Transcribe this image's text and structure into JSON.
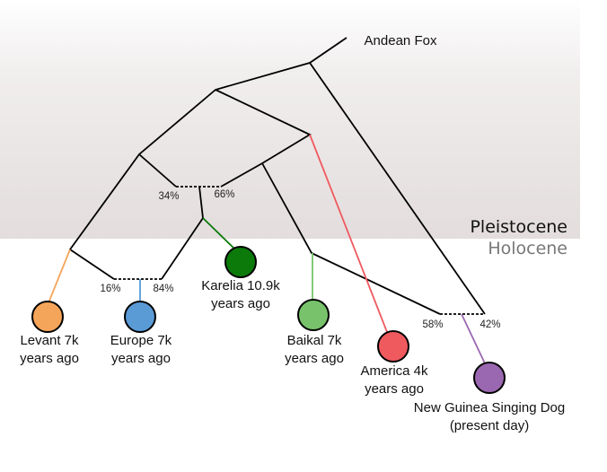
{
  "outgroup": "Andean Fox",
  "eras": {
    "upper": "Pleistocene",
    "lower": "Holocene"
  },
  "admixture": {
    "karelia_left": "34%",
    "karelia_right": "66%",
    "europe_left": "16%",
    "europe_right": "84%",
    "ngsd_left": "58%",
    "ngsd_right": "42%"
  },
  "samples": [
    {
      "name": "Levant 7k",
      "time": "years ago",
      "color": "#f5a55a"
    },
    {
      "name": "Europe 7k",
      "time": "years ago",
      "color": "#5a9bd5"
    },
    {
      "name": "Karelia 10.9k",
      "time": "years ago",
      "color": "#0b7a0b"
    },
    {
      "name": "Baikal 7k",
      "time": "years ago",
      "color": "#77c26a"
    },
    {
      "name": "America 4k",
      "time": "years ago",
      "color": "#ef5a5f"
    },
    {
      "name": "New Guinea Singing Dog",
      "time": "(present day)",
      "color": "#9a68b0"
    }
  ]
}
